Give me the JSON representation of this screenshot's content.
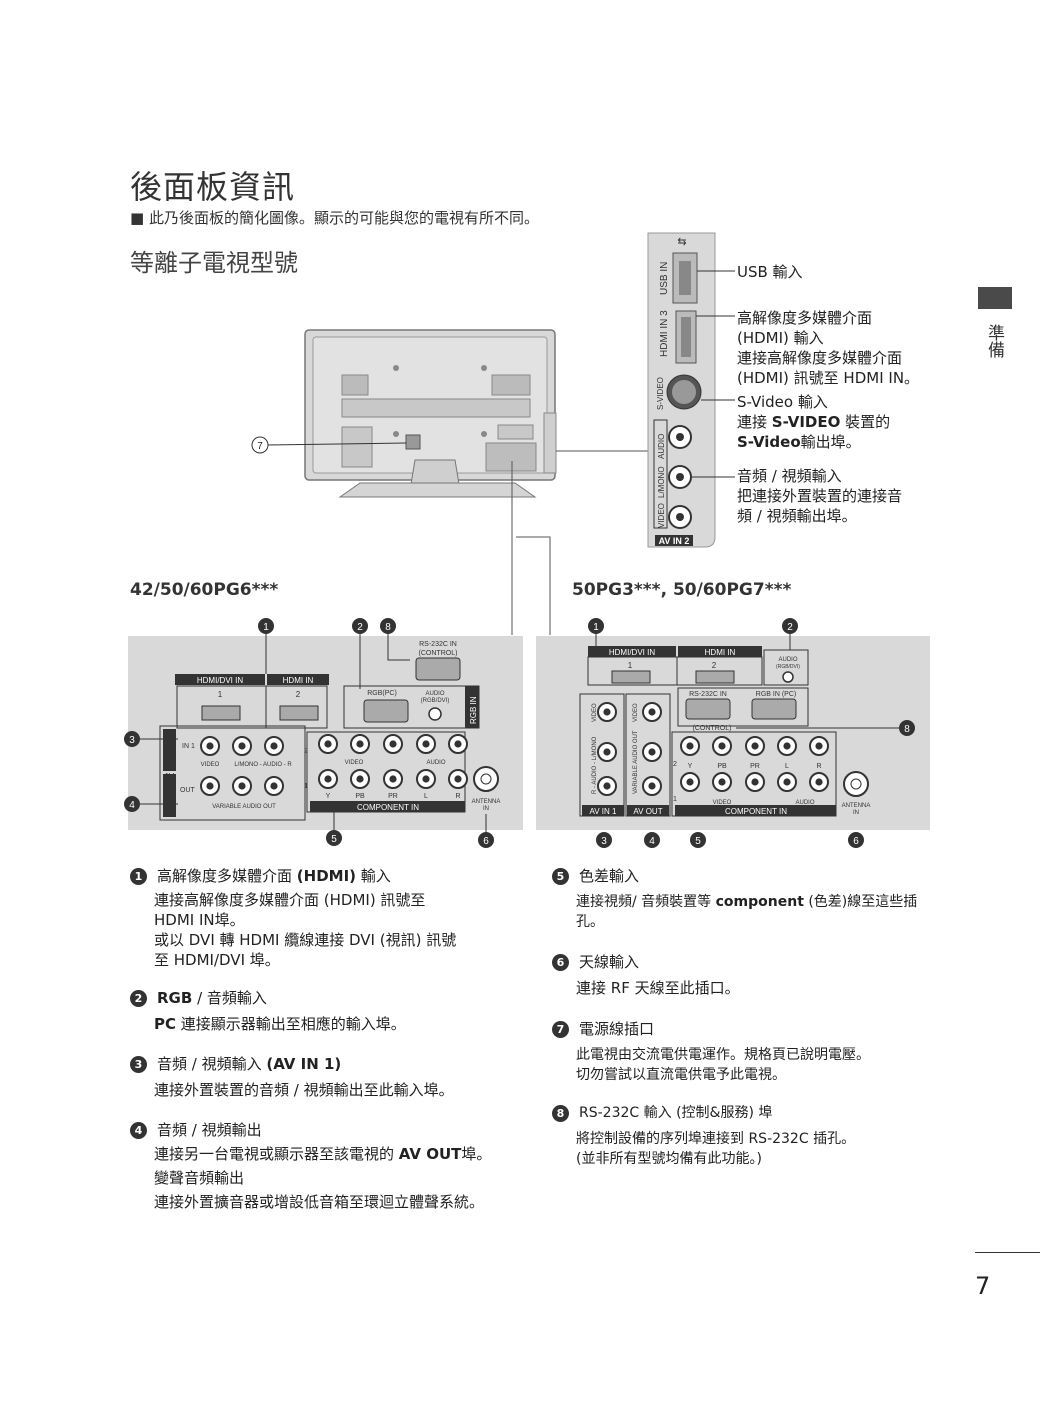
{
  "page": {
    "title": "後面板資訊",
    "note": "■ 此乃後面板的簡化圖像。顯示的可能與您的電視有所不同。",
    "subtitle": "等離子電視型號",
    "side_label": "準備",
    "page_number": "7"
  },
  "side_panel": {
    "port_labels": [
      "USB IN",
      "HDMI IN 3",
      "S-VIDEO",
      "AUDIO",
      "L/MONO",
      "VIDEO",
      "AV IN 2"
    ],
    "usb_label": "USB 輸入",
    "hdmi": [
      "高解像度多媒體介面",
      "(HDMI) 輸入",
      "連接高解像度多媒體介面",
      "(HDMI) 訊號至 HDMI IN。"
    ],
    "svideo_title": "S-Video 輸入",
    "svideo_line1_pre": "連接 ",
    "svideo_line1_bold": "S-VIDEO",
    "svideo_line1_post": " 裝置的",
    "svideo_line2_bold": "S-Video",
    "svideo_line2_post": "輸出埠。",
    "av": [
      "音頻 / 視頻輸入",
      "把連接外置裝置的連接音",
      "頻 / 視頻輸出埠。"
    ]
  },
  "callout_7": "7",
  "models": {
    "left": "42/50/60PG6***",
    "right": "50PG3***, 50/60PG7***"
  },
  "left_panel": {
    "rs232": "RS-232C IN",
    "control": "(CONTROL)",
    "hdmi_dvi": "HDMI/DVI IN",
    "hdmi_in": "HDMI IN",
    "port1": "1",
    "port2": "2",
    "rgb_pc": "RGB(PC)",
    "audio_rgb": "AUDIO",
    "audio_rgb2": "(RGB/DVI)",
    "rgb_in": "RGB IN",
    "in1": "IN 1",
    "av": "AV",
    "out": "OUT",
    "video": "VIDEO",
    "audio_lr": "L/MONO - AUDIO - R",
    "var_audio_out": "VARIABLE AUDIO OUT",
    "comp_video": "VIDEO",
    "comp_audio": "AUDIO",
    "y": "Y",
    "pb": "PB",
    "pr": "PR",
    "l": "L",
    "r": "R",
    "component_in": "COMPONENT IN",
    "antenna": "ANTENNA",
    "antenna_in": "IN",
    "row2": "2",
    "row1": "1"
  },
  "right_panel": {
    "hdmi_dvi": "HDMI/DVI IN",
    "hdmi_in": "HDMI IN",
    "port1": "1",
    "port2": "2",
    "audio": "AUDIO",
    "audio2": "(RGB/DVI)",
    "rs232": "RS-232C IN",
    "control": "(CONTROL)",
    "rgb_in_pc": "RGB IN (PC)",
    "video": "VIDEO",
    "r_audio_l": "R - AUDIO - L/MONO",
    "var_audio": "VARIABLE AUDIO OUT",
    "av_in1": "AV IN 1",
    "av_out": "AV OUT",
    "y": "Y",
    "pb": "PB",
    "pr": "PR",
    "l": "L",
    "r": "R",
    "comp_video": "VIDEO",
    "comp_audio": "AUDIO",
    "component_in": "COMPONENT IN",
    "antenna": "ANTENNA",
    "antenna_in": "IN",
    "row2": "2",
    "row1": "1"
  },
  "callouts": {
    "n1": "1",
    "n2": "2",
    "n3": "3",
    "n4": "4",
    "n5": "5",
    "n6": "6",
    "n8": "8"
  },
  "descriptions": {
    "d1_num": "1",
    "d1_title_pre": "高解像度多媒體介面 ",
    "d1_title_bold": "(HDMI)",
    "d1_title_post": " 輸入",
    "d1_lines": [
      "連接高解像度多媒體介面 (HDMI) 訊號至",
      "HDMI IN埠。",
      "或以 DVI 轉 HDMI 纜線連接 DVI (視訊) 訊號",
      "至 HDMI/DVI 埠。"
    ],
    "d2_num": "2",
    "d2_title_bold": "RGB",
    "d2_title_post": " / 音頻輸入",
    "d2_line_bold": "PC",
    "d2_line_post": " 連接顯示器輸出至相應的輸入埠。",
    "d3_num": "3",
    "d3_title_pre": "音頻 / 視頻輸入 ",
    "d3_title_bold": "(AV IN 1)",
    "d3_line": "連接外置裝置的音頻 / 視頻輸出至此輸入埠。",
    "d4_num": "4",
    "d4_title": "音頻 / 視頻輸出",
    "d4_line1_pre": "連接另一台電視或顯示器至該電視的 ",
    "d4_line1_bold": "AV OUT",
    "d4_line1_post": "埠。",
    "d4_sub": "變聲音頻輸出",
    "d4_line2": "連接外置擴音器或增設低音箱至環迴立體聲系統。",
    "d5_num": "5",
    "d5_title": "色差輸入",
    "d5_line_pre": "連接視頻/ 音頻裝置等 ",
    "d5_line_bold": "component",
    "d5_line_post": " (色差)線至這些插",
    "d5_line2": "孔。",
    "d6_num": "6",
    "d6_title": "天線輸入",
    "d6_line": "連接 RF 天線至此插口。",
    "d7_num": "7",
    "d7_title": "電源線插口",
    "d7_line1": "此電視由交流電供電運作。規格頁已說明電壓。",
    "d7_line2": "切勿嘗試以直流電供電予此電視。",
    "d8_num": "8",
    "d8_title": "RS-232C 輸入 (控制&服務) 埠",
    "d8_line1": "將控制設備的序列埠連接到 RS-232C 插孔。",
    "d8_line2": "(並非所有型號均備有此功能。)"
  }
}
